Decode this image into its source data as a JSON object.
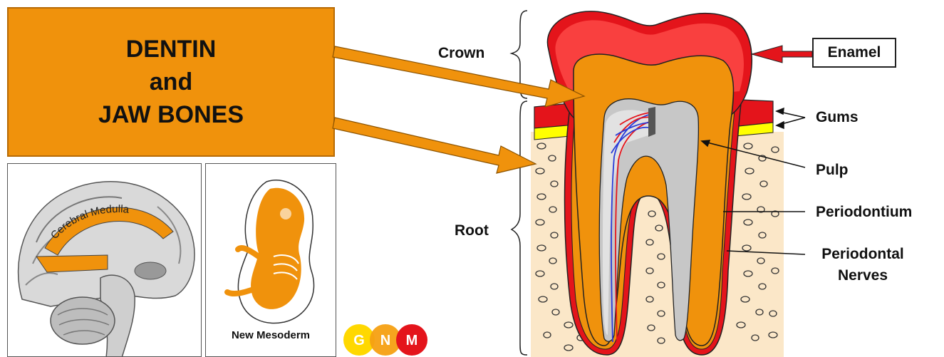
{
  "title": {
    "line1": "DENTIN",
    "line2": "and",
    "line3": "JAW BONES"
  },
  "brain_panel": {
    "label": "Cerebral Medulla"
  },
  "embryo_panel": {
    "caption": "New Mesoderm"
  },
  "logo": {
    "letters": [
      "G",
      "N",
      "M"
    ]
  },
  "tooth": {
    "labels": {
      "crown": "Crown",
      "root": "Root",
      "enamel": "Enamel",
      "gums": "Gums",
      "pulp": "Pulp",
      "periodontium": "Periodontium",
      "periodontal_line1": "Periodontal",
      "periodontal_line2": "Nerves"
    }
  },
  "colors": {
    "orange": "#f0920c",
    "enamel_red": "#e4141b",
    "enamel_light": "#f9403f",
    "pulp_gray": "#c7c7c7",
    "gum_yellow": "#ffff00",
    "bone_beige": "#fbe7c8",
    "nerve_blue": "#2a3bd8"
  }
}
